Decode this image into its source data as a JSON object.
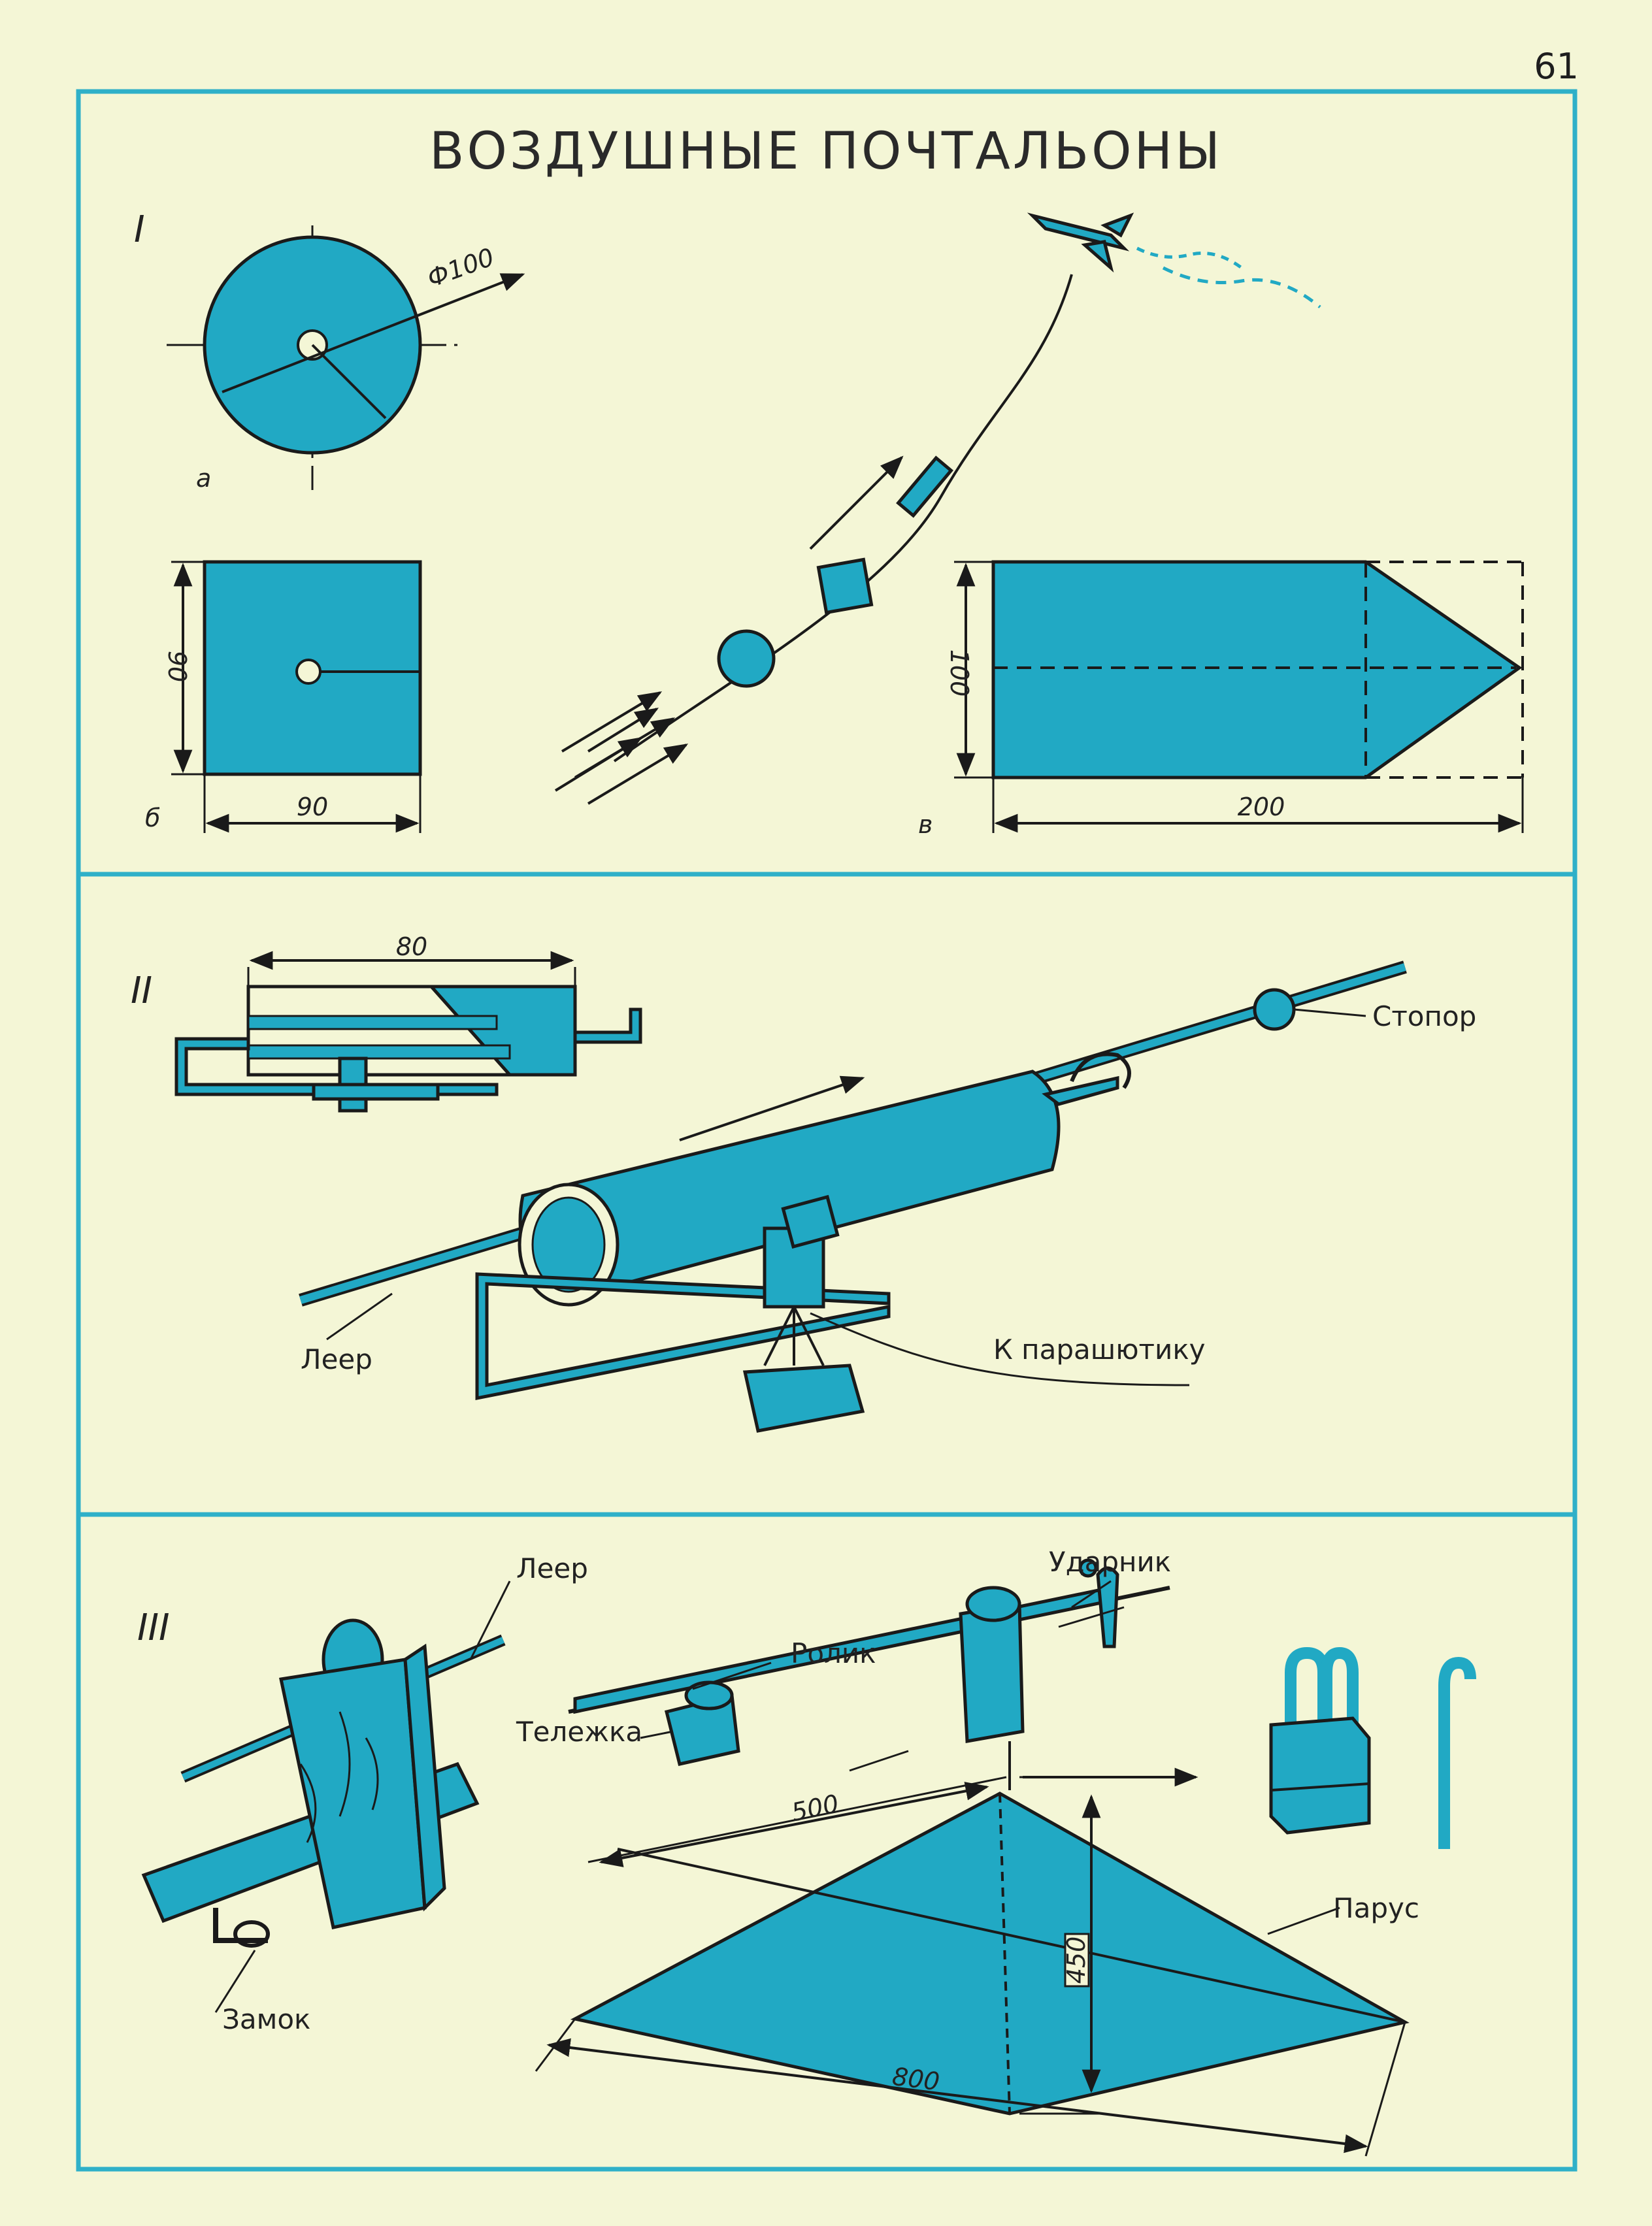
{
  "page_number": "61",
  "title": "ВОЗДУШНЫЕ ПОЧТАЛЬОНЫ",
  "colors": {
    "accent": "#21a9c4",
    "background": "#f4f6d6",
    "frame": "#2fb0c8"
  },
  "sections": [
    {
      "numeral": "I",
      "labels": {
        "a": "а",
        "b": "б",
        "v": "в"
      },
      "dimensions": {
        "diameter": "Ф100",
        "square_h": "90",
        "square_w": "90",
        "shape_h": "100",
        "shape_w": "200"
      }
    },
    {
      "numeral": "II",
      "dimension": "80",
      "labels": {
        "stopper": "Стопор",
        "line": "Леер",
        "to_parachute": "К парашютику"
      }
    },
    {
      "numeral": "III",
      "labels": {
        "line": "Леер",
        "striker": "Ударник",
        "roller": "Ролик",
        "trolley": "Тележка",
        "lock": "Замок",
        "sail": "Парус"
      },
      "dimensions": {
        "d500": "500",
        "d450": "450",
        "d800": "800"
      }
    }
  ]
}
